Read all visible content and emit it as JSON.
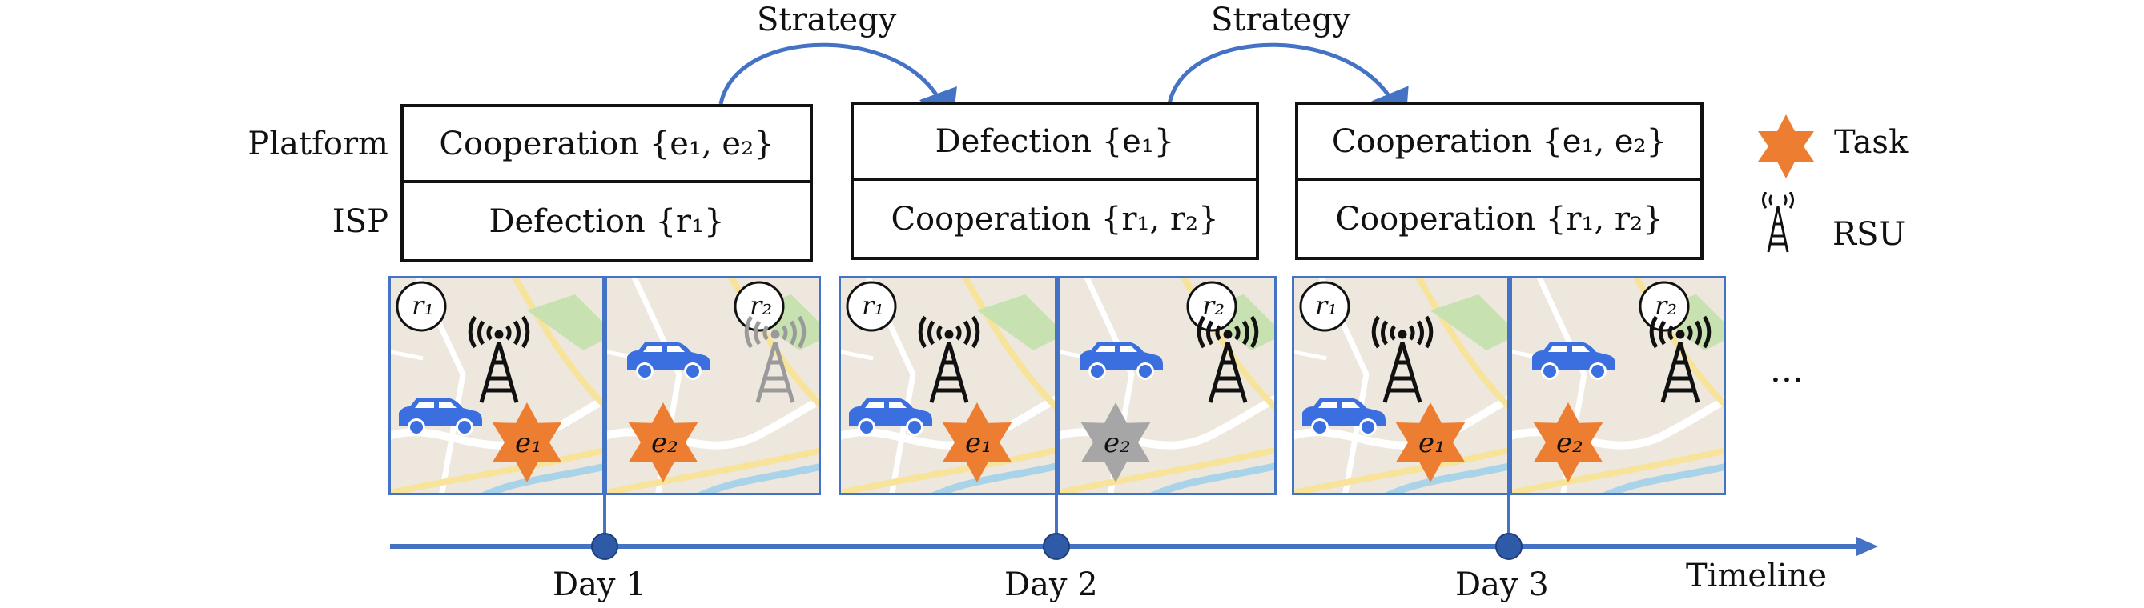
{
  "strategy_labels": [
    "Strategy",
    "Strategy"
  ],
  "row_labels": {
    "platform": "Platform",
    "isp": "ISP"
  },
  "days": [
    {
      "platform": "Cooperation {e₁, e₂}",
      "isp": "Defection {r₁}",
      "label": "Day 1",
      "panels": [
        {
          "rsu": "r₁",
          "rsu_active": true,
          "task": "e₁",
          "task_active": true
        },
        {
          "rsu": "r₂",
          "rsu_active": false,
          "task": "e₂",
          "task_active": true
        }
      ]
    },
    {
      "platform": "Defection {e₁}",
      "isp": "Cooperation {r₁, r₂}",
      "label": "Day 2",
      "panels": [
        {
          "rsu": "r₁",
          "rsu_active": true,
          "task": "e₁",
          "task_active": true
        },
        {
          "rsu": "r₂",
          "rsu_active": true,
          "task": "e₂",
          "task_active": false
        }
      ]
    },
    {
      "platform": "Cooperation {e₁, e₂}",
      "isp": "Cooperation {r₁, r₂}",
      "label": "Day 3",
      "panels": [
        {
          "rsu": "r₁",
          "rsu_active": true,
          "task": "e₁",
          "task_active": true
        },
        {
          "rsu": "r₂",
          "rsu_active": true,
          "task": "e₂",
          "task_active": true
        }
      ]
    }
  ],
  "legend": {
    "task": "Task",
    "rsu": "RSU"
  },
  "ellipsis": "···",
  "timeline_label": "Timeline",
  "colors": {
    "accent": "#4472c4",
    "task": "#ed7d31",
    "task_inactive": "#a6a6a6",
    "car": "#3b6fe0",
    "rsu_inactive": "#9a9a9a"
  }
}
